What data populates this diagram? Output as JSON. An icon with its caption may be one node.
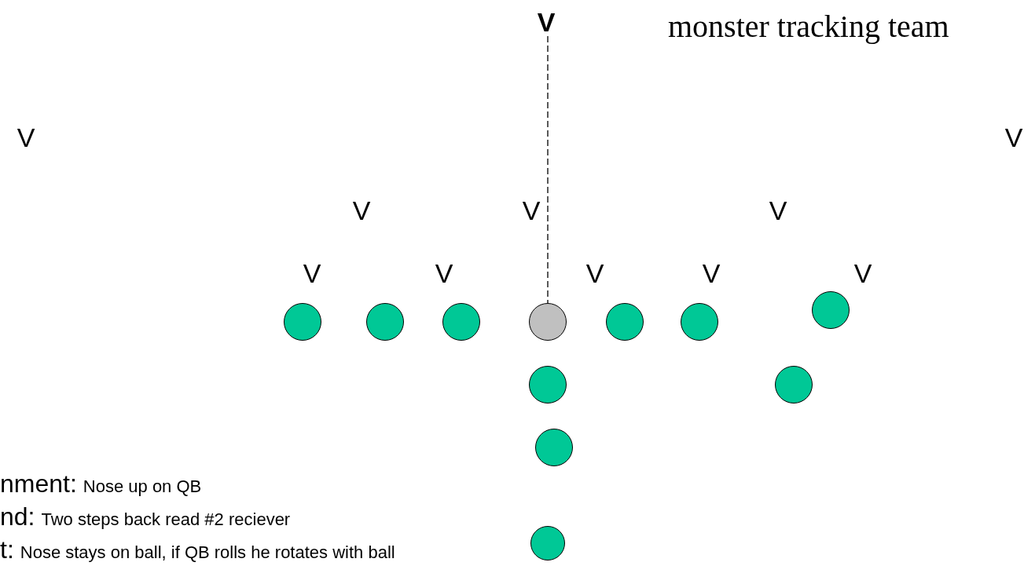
{
  "diagram": {
    "nodes": [
      {
        "text": [
          "V"
        ]
      },
      {
        "text": [
          "V"
        ]
      },
      {
        "text": [
          "V"
        ]
      },
      {
        "text": [
          "V"
        ]
      },
      {
        "text": [
          "V"
        ]
      },
      {
        "text": [
          "V"
        ]
      },
      {
        "text": [
          "V"
        ]
      },
      {
        "text": [
          "V"
        ]
      },
      {
        "text": [
          "V"
        ]
      },
      {
        "text": [
          "V"
        ]
      },
      {
        "text": [
          "V"
        ]
      },
      {
        "text": [],
        "shape": "circle"
      },
      {
        "text": [],
        "shape": "circle"
      },
      {
        "text": [],
        "shape": "circle"
      },
      {
        "text": [],
        "shape": "circle"
      },
      {
        "text": [],
        "shape": "circle"
      },
      {
        "text": [],
        "shape": "circle"
      },
      {
        "text": [],
        "shape": "circle"
      },
      {
        "text": [],
        "shape": "circle"
      },
      {
        "text": [],
        "shape": "circle"
      },
      {
        "text": [],
        "shape": "circle"
      },
      {
        "text": [],
        "shape": "circle"
      }
    ],
    "edges": [
      {
        "from": 0,
        "to": 14,
        "arrow": "none",
        "style": "dashed"
      }
    ],
    "labels": [
      "monster tracking team",
      "nment:",
      "Nose up on QB",
      "nd:",
      "Two steps back read #2 reciever",
      "t:",
      "Nose stays on ball, if QB rolls he rotates with ball"
    ]
  }
}
